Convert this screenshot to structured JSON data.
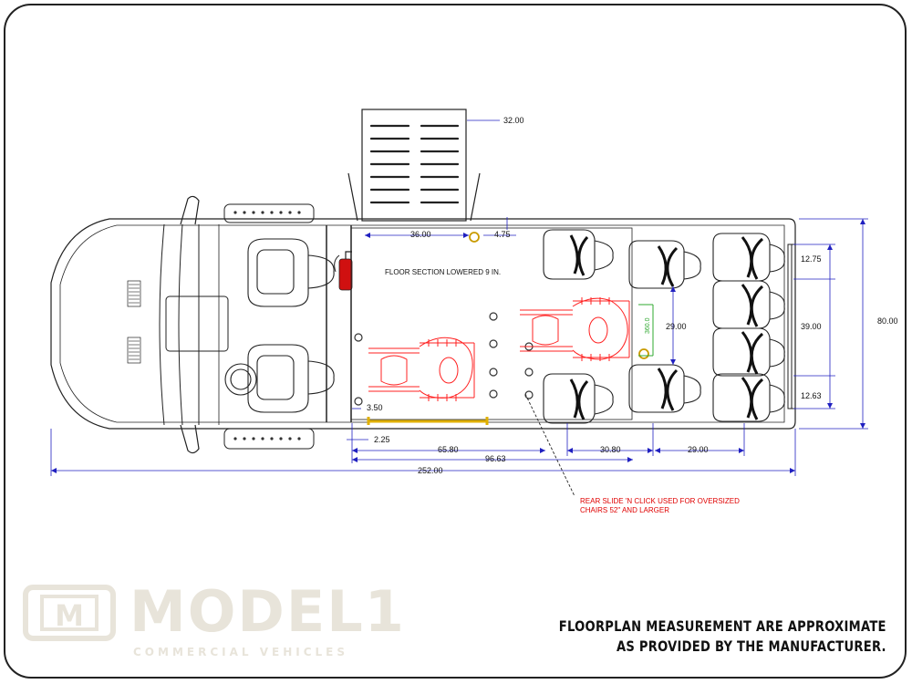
{
  "dimensions": {
    "ramp_width": "32.00",
    "door_offset": "36.00",
    "step": "4.75",
    "left_gap": "3.50",
    "rail_offset": "2.25",
    "slide_pos": "65.80",
    "front_to_seat": "96.63",
    "overall_length": "252.00",
    "seat_pitch": "30.80",
    "rear_pitch": "29.00",
    "aisle_depth": "29.00",
    "seat_width_top": "12.75",
    "rear_bench": "39.00",
    "seat_width_bottom": "12.63",
    "overall_width": "80.00",
    "green_tag": "360.0"
  },
  "labels": {
    "floor_section": "FLOOR SECTION LOWERED 9 IN.",
    "note_line1": "REAR SLIDE 'N CLICK USED FOR OVERSIZED",
    "note_line2": "CHAIRS 52\" AND LARGER"
  },
  "disclaimer": {
    "line1": "FLOORPLAN MEASUREMENT ARE APPROXIMATE",
    "line2": "AS PROVIDED BY THE MANUFACTURER."
  },
  "logo": {
    "mark": "M",
    "word": "MODEL1",
    "tagline": "COMMERCIAL VEHICLES"
  },
  "colors": {
    "dimension_line": "#2020c0",
    "wheelchair": "#ff2020",
    "extinguisher": "#d01010",
    "rail": "#e0b000",
    "note": "#e00000",
    "green": "#2fa82f",
    "logo": "#e8e4da"
  }
}
